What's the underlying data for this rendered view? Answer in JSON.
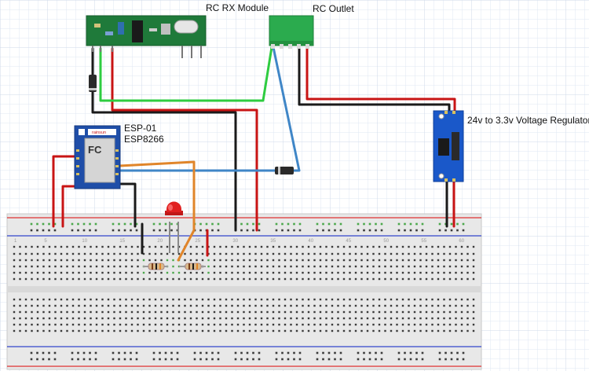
{
  "labels": {
    "rx_module": "RC RX Module",
    "outlet": "RC Outlet",
    "regulator": "24v to 3.3v Voltage Regulator",
    "esp_line1": "ESP-01",
    "esp_line2": "ESP8266",
    "esp_brand": "rainsun"
  },
  "colors": {
    "grid": "#dfe7f3",
    "wire_black": "#1a1a1a",
    "wire_red": "#c81414",
    "wire_green": "#2ecc40",
    "wire_blue": "#3f86c7",
    "wire_orange": "#e0852a",
    "rx_board": "#1f7a3a",
    "outlet_body": "#2bab4e",
    "esp_board": "#1f4ea8",
    "regulator_board": "#1a58c9",
    "breadboard": "#e7e7e7",
    "rail_red": "#d33",
    "rail_blue": "#3344cc",
    "hole": "#3a3a3a",
    "pin_green": "#4ba84b",
    "led": "#e02020"
  },
  "breadboard": {
    "column_numbers": [
      "1",
      "5",
      "10",
      "15",
      "20",
      "25",
      "30",
      "35",
      "40",
      "45",
      "50",
      "55",
      "60"
    ]
  }
}
